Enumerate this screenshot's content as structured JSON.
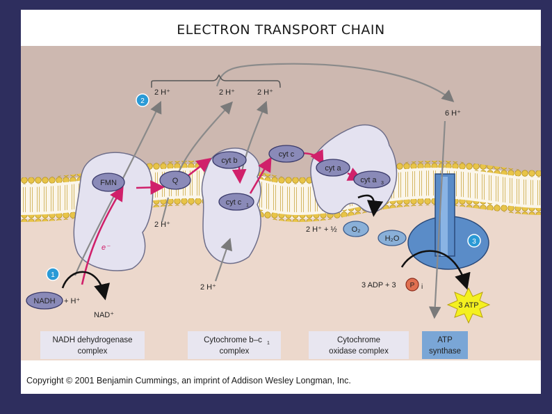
{
  "title": "ELECTRON TRANSPORT CHAIN",
  "protons": {
    "top_1": "2 H⁺",
    "top_2": "2 H⁺",
    "top_3": "2 H⁺",
    "right": "6 H⁺",
    "bottom_1": "2 H⁺",
    "bottom_2": "2 H⁺"
  },
  "carriers": {
    "fmn": "FMN",
    "q": "Q",
    "cyt_b": "cyt b",
    "cyt_c1": "cyt c",
    "cyt_c1_sub": "1",
    "cyt_c": "cyt c",
    "cyt_a": "cyt a",
    "cyt_a3": "cyt a",
    "cyt_a3_sub": "3"
  },
  "reactions": {
    "nadh": "NADH",
    "plus_h": "+ H⁺",
    "nad": "NAD⁺",
    "electron": "e⁻",
    "oxygen_lhs": "2 H⁺ + ½",
    "o2": "O₂",
    "h2o": "H₂O",
    "adp": "3 ADP + 3",
    "p": "P",
    "i": "i",
    "atp": "3 ATP"
  },
  "steps": [
    "1",
    "2",
    "3"
  ],
  "complex_labels": {
    "complex1_line1": "NADH dehydrogenase",
    "complex1_line2": "complex",
    "complex2_line1": "Cytochrome b–c",
    "complex2_sub": "1",
    "complex2_line2": "complex",
    "complex3_line1": "Cytochrome",
    "complex3_line2": "oxidase complex",
    "complex4_line1": "ATP",
    "complex4_line2": "synthase"
  },
  "copyright": "Copyright © 2001 Benjamin Cummings, an imprint of Addison Wesley Longman, Inc.",
  "colors": {
    "background_border": "#2e2e5e",
    "intermembrane": "#cdb8b0",
    "matrix": "#ecd8cc",
    "membrane_head": "#e8c448",
    "protein": "#e4e2f0",
    "carrier": "#8a8ab8",
    "electron_path": "#d0206a",
    "proton_path": "#8a8a8a",
    "step_badge": "#2a9ad6",
    "atp_synthase": "#5a8cc8",
    "atp_star": "#f4f020"
  }
}
